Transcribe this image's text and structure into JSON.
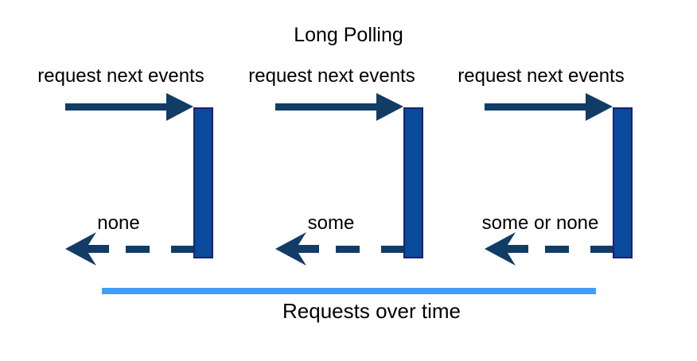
{
  "title": "Long Polling",
  "colors": {
    "arrow": "#113c66",
    "bar_fill": "#0a4a9c",
    "bar_border": "#1f2070",
    "timeline": "#3f9efd",
    "text": "#000000"
  },
  "units": [
    {
      "request_label": "request next events",
      "response_label": "none"
    },
    {
      "request_label": "request next events",
      "response_label": "some"
    },
    {
      "request_label": "request next events",
      "response_label": "some or none"
    }
  ],
  "timeline": {
    "label": "Requests over time"
  }
}
